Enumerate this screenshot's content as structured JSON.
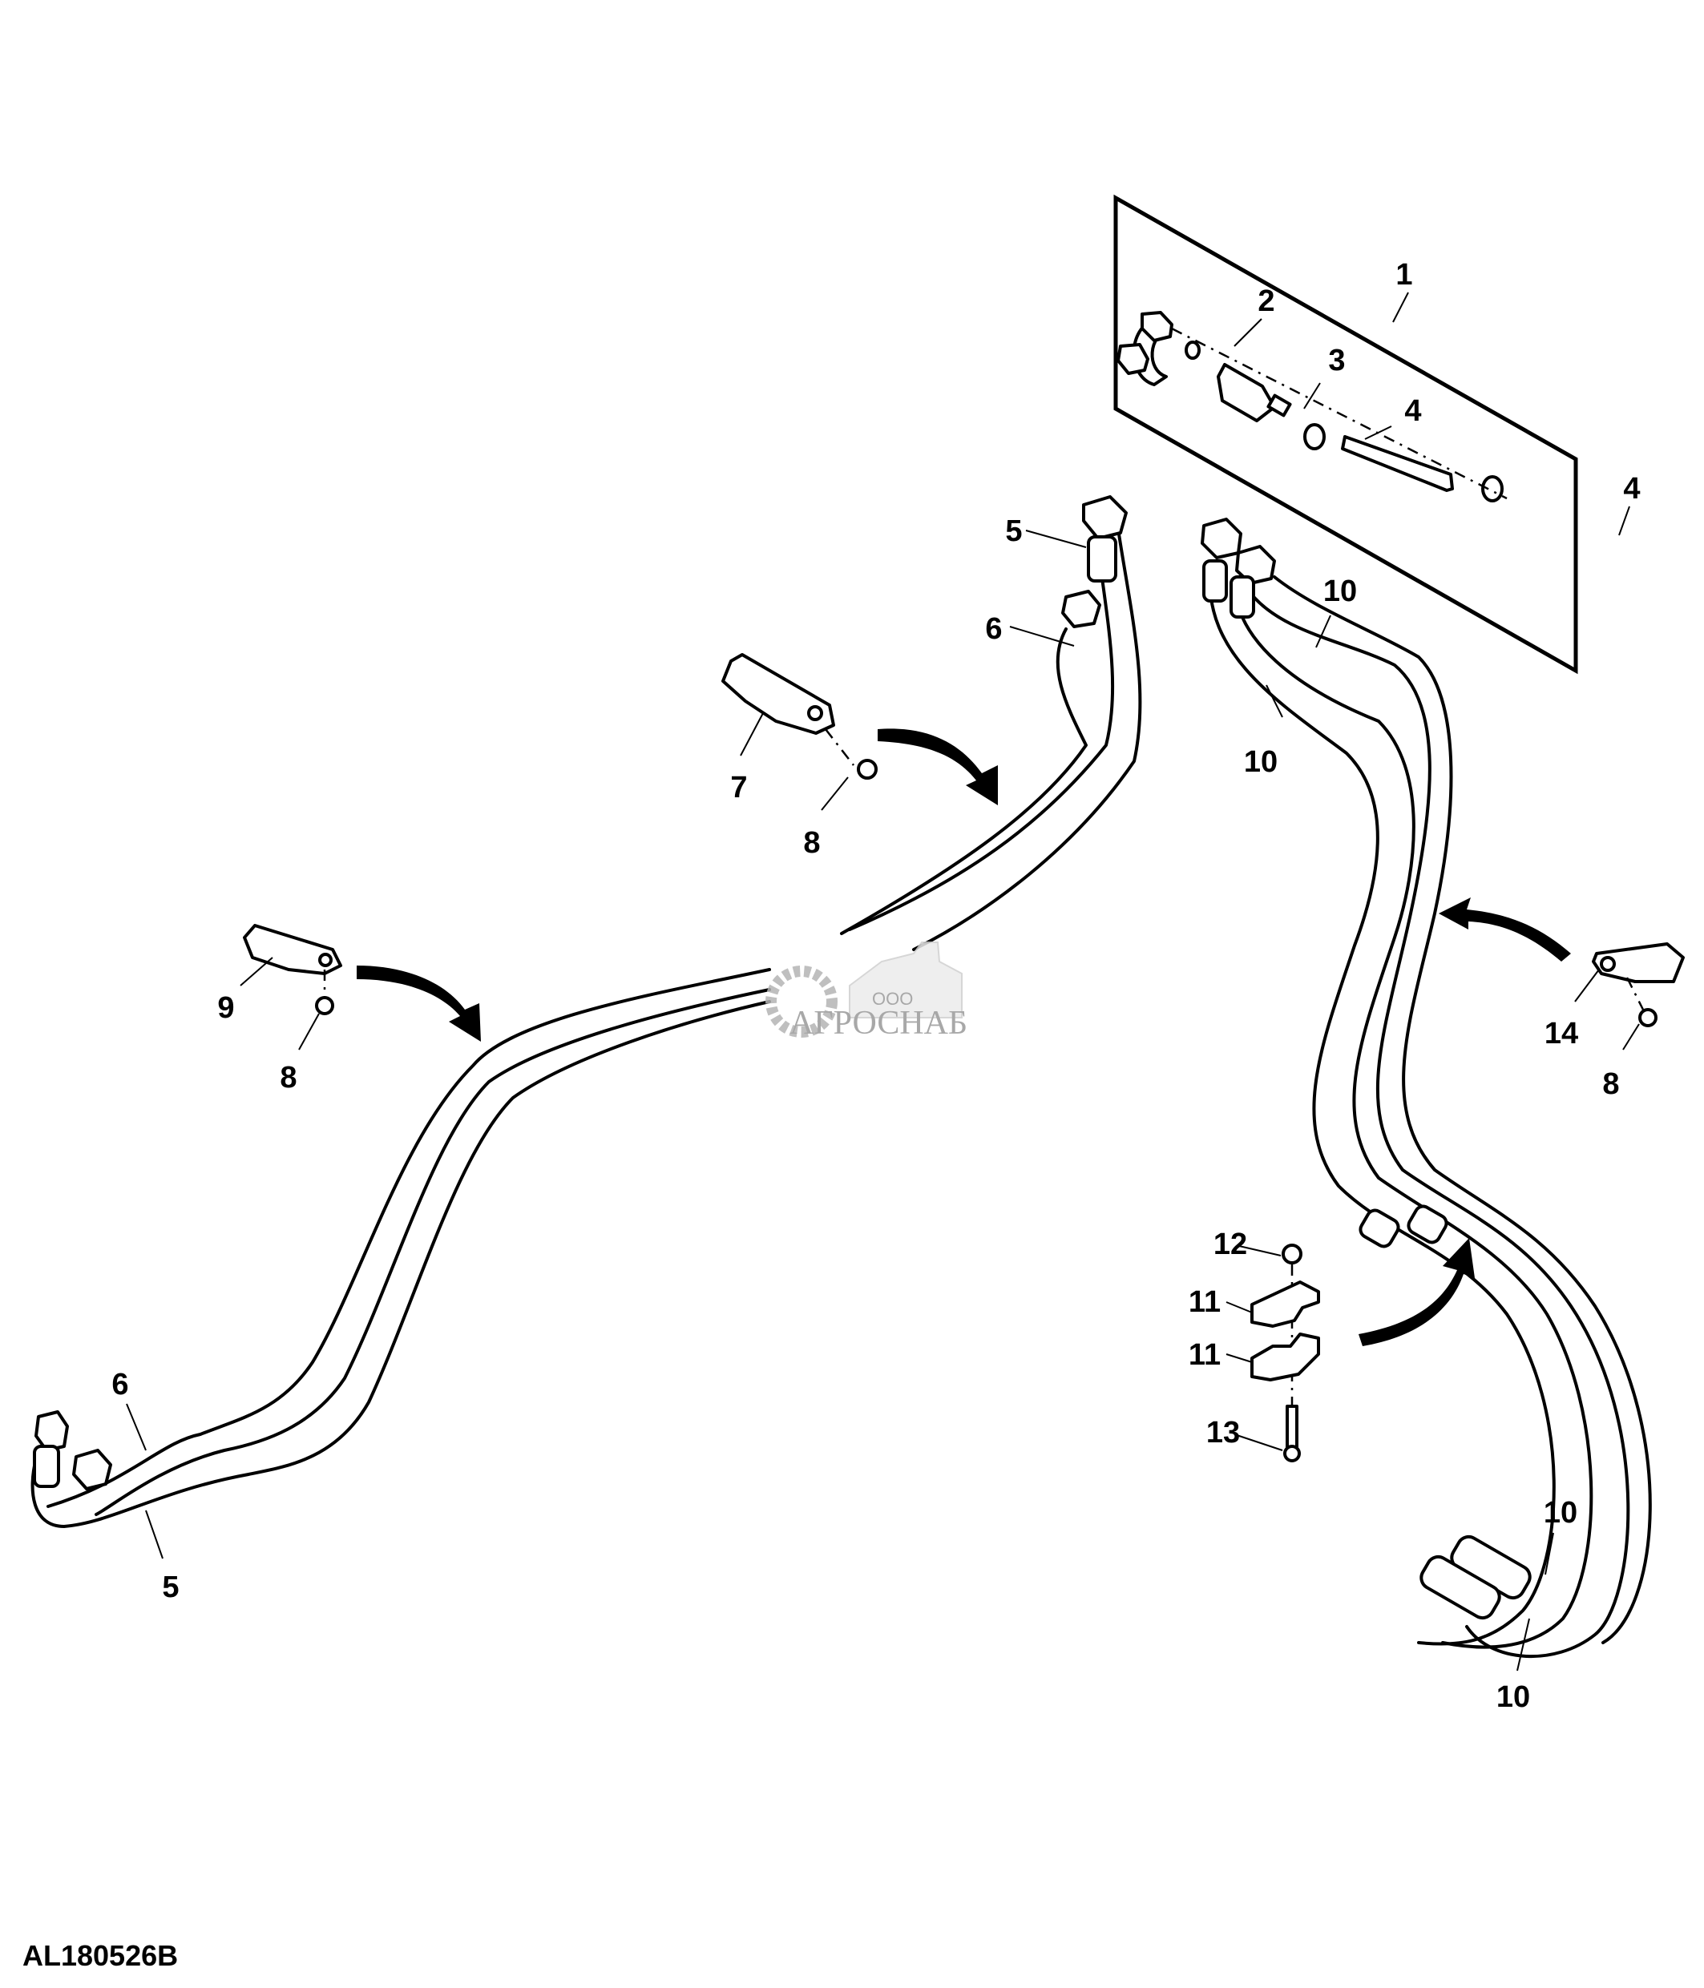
{
  "figure": {
    "id": "AL180526B",
    "type": "exploded parts diagram",
    "subject": "hydraulic hose lines with clamps and fittings"
  },
  "watermark": {
    "prefix": "ООО",
    "brand": "АГРОСНАБ"
  },
  "callouts": [
    {
      "ref": "1",
      "part": "kit (framed group)"
    },
    {
      "ref": "2",
      "part": "o-ring"
    },
    {
      "ref": "3",
      "part": "fitting / adapter"
    },
    {
      "ref": "4",
      "part": "hose clamp"
    },
    {
      "ref": "4",
      "part": "hose clamp"
    },
    {
      "ref": "5",
      "part": "hose"
    },
    {
      "ref": "6",
      "part": "hose"
    },
    {
      "ref": "7",
      "part": "strap clamp"
    },
    {
      "ref": "8",
      "part": "nut"
    },
    {
      "ref": "9",
      "part": "strap clamp"
    },
    {
      "ref": "8",
      "part": "nut"
    },
    {
      "ref": "10",
      "part": "hose"
    },
    {
      "ref": "10",
      "part": "hose"
    },
    {
      "ref": "14",
      "part": "strap clamp"
    },
    {
      "ref": "8",
      "part": "nut"
    },
    {
      "ref": "12",
      "part": "nut"
    },
    {
      "ref": "11",
      "part": "clamp half (upper)"
    },
    {
      "ref": "11",
      "part": "clamp half (lower)"
    },
    {
      "ref": "13",
      "part": "cap screw"
    },
    {
      "ref": "6",
      "part": "hose"
    },
    {
      "ref": "5",
      "part": "hose"
    },
    {
      "ref": "10",
      "part": "hose"
    },
    {
      "ref": "10",
      "part": "hose"
    }
  ]
}
